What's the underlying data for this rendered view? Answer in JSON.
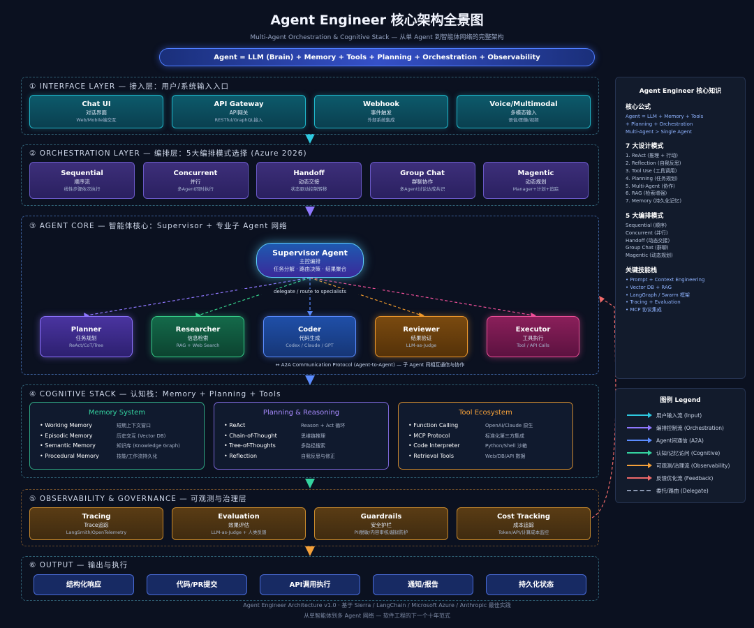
{
  "header": {
    "title": "Agent Engineer 核心架构全景图",
    "subtitle": "Multi-Agent Orchestration & Cognitive Stack — 从单 Agent 到智能体网络的完整架构",
    "formula": "Agent = LLM (Brain) + Memory + Tools + Planning + Orchestration + Observability"
  },
  "interface": {
    "title": "① INTERFACE LAYER — 接入层：用户/系统输入入口",
    "cards": [
      {
        "t": "Chat UI",
        "s": "对话界面",
        "d": "Web/Mobile端交互"
      },
      {
        "t": "API Gateway",
        "s": "API网关",
        "d": "RESTful/GraphQL接入"
      },
      {
        "t": "Webhook",
        "s": "事件触发",
        "d": "外部系统集成"
      },
      {
        "t": "Voice/Multimodal",
        "s": "多模态输入",
        "d": "语音/图像/视频"
      }
    ]
  },
  "orchestration": {
    "title": "② ORCHESTRATION LAYER — 编排层：5大编排模式选择 (Azure 2026)",
    "cards": [
      {
        "t": "Sequential",
        "s": "顺序流",
        "d": "线性步骤依次执行"
      },
      {
        "t": "Concurrent",
        "s": "并行",
        "d": "多Agent同时执行"
      },
      {
        "t": "Handoff",
        "s": "动态交接",
        "d": "状态驱动控制转移"
      },
      {
        "t": "Group Chat",
        "s": "群聊协作",
        "d": "多Agent讨论达成共识"
      },
      {
        "t": "Magentic",
        "s": "动态规划",
        "d": "Manager+计划+追踪"
      }
    ]
  },
  "core": {
    "title": "③ AGENT CORE — 智能体核心：Supervisor + 专业子 Agent 网络",
    "supervisor": {
      "t": "Supervisor Agent",
      "s": "主控编排",
      "d": "任务分解 · 路由决策 · 结果聚合"
    },
    "delegate_label": "delegate / route to specialists",
    "agents": [
      {
        "t": "Planner",
        "s": "任务规划",
        "d": "ReAct/CoT/Tree"
      },
      {
        "t": "Researcher",
        "s": "信息检索",
        "d": "RAG + Web Search"
      },
      {
        "t": "Coder",
        "s": "代码生成",
        "d": "Codex / Claude / GPT"
      },
      {
        "t": "Reviewer",
        "s": "结果验证",
        "d": "LLM-as-Judge"
      },
      {
        "t": "Executor",
        "s": "工具执行",
        "d": "Tool / API Calls"
      }
    ],
    "a2a_label": "↔ A2A Communication Protocol (Agent-to-Agent) — 子 Agent 间相互通信与协作"
  },
  "cognitive": {
    "title": "④ COGNITIVE STACK — 认知栈：Memory + Planning + Tools",
    "panels": [
      {
        "title": "Memory System",
        "color": "#34d3a0",
        "items": [
          {
            "k": "Working Memory",
            "v": "短期上下文窗口"
          },
          {
            "k": "Episodic Memory",
            "v": "历史交互 (Vector DB)"
          },
          {
            "k": "Semantic Memory",
            "v": "知识库 (Knowledge Graph)"
          },
          {
            "k": "Procedural Memory",
            "v": "技能/工作流持久化"
          }
        ]
      },
      {
        "title": "Planning & Reasoning",
        "color": "#a88bff",
        "items": [
          {
            "k": "ReAct",
            "v": "Reason + Act 循环"
          },
          {
            "k": "Chain-of-Thought",
            "v": "思维链推理"
          },
          {
            "k": "Tree-of-Thoughts",
            "v": "多路径搜索"
          },
          {
            "k": "Reflection",
            "v": "自我反思与修正"
          }
        ]
      },
      {
        "title": "Tool Ecosystem",
        "color": "#f5a13a",
        "items": [
          {
            "k": "Function Calling",
            "v": "OpenAI/Claude 原生"
          },
          {
            "k": "MCP Protocol",
            "v": "标准化第三方集成"
          },
          {
            "k": "Code Interpreter",
            "v": "Python/Shell 沙箱"
          },
          {
            "k": "Retrieval Tools",
            "v": "Web/DB/API 数据"
          }
        ]
      }
    ]
  },
  "observability": {
    "title": "⑤ OBSERVABILITY & GOVERNANCE — 可观测与治理层",
    "cards": [
      {
        "t": "Tracing",
        "s": "Trace追踪",
        "d": "LangSmith/OpenTelemetry"
      },
      {
        "t": "Evaluation",
        "s": "效果评估",
        "d": "LLM-as-Judge + 人类反馈"
      },
      {
        "t": "Guardrails",
        "s": "安全护栏",
        "d": "PII脱敏/内容审核/越狱防护"
      },
      {
        "t": "Cost Tracking",
        "s": "成本追踪",
        "d": "Token/API/计算成本监控"
      }
    ]
  },
  "output": {
    "title": "⑥ OUTPUT — 输出与执行",
    "cards": [
      "结构化响应",
      "代码/PR提交",
      "API调用执行",
      "通知/报告",
      "持久化状态"
    ]
  },
  "knowledge": {
    "title": "Agent Engineer 核心知识",
    "sections": [
      {
        "h": "核心公式",
        "lines": [
          "Agent = LLM + Memory + Tools",
          "+ Planning + Orchestration",
          "Multi-Agent > Single Agent"
        ]
      },
      {
        "h": "7 大设计模式",
        "lines": [
          "1. ReAct (推理 + 行动)",
          "2. Reflection (自我反思)",
          "3. Tool Use (工具调用)",
          "4. Planning (任务规划)",
          "5. Multi-Agent (协作)",
          "6. RAG (检索增强)",
          "7. Memory (持久化记忆)"
        ]
      },
      {
        "h": "5 大编排模式",
        "lines": [
          "Sequential (顺序)",
          "Concurrent (并行)",
          "Handoff (动态交接)",
          "Group Chat (群聊)",
          "Magentic (动态规划)"
        ]
      },
      {
        "h": "关键技能栈",
        "lines": [
          "• Prompt + Context Engineering",
          "• Vector DB + RAG",
          "• LangGraph / Swarm 框架",
          "• Tracing + Evaluation",
          "• MCP 协议集成"
        ]
      }
    ]
  },
  "legend": {
    "title": "图例 Legend",
    "items": [
      {
        "label": "用户输入流 (Input)",
        "color": "#2ec9e0",
        "dashed": false
      },
      {
        "label": "编排控制流 (Orchestration)",
        "color": "#8f78ff",
        "dashed": false
      },
      {
        "label": "Agent间通信 (A2A)",
        "color": "#5b8cff",
        "dashed": false
      },
      {
        "label": "认知/记忆访问 (Cognitive)",
        "color": "#34d3a0",
        "dashed": false
      },
      {
        "label": "可观测/治理流 (Observability)",
        "color": "#f5a13a",
        "dashed": false
      },
      {
        "label": "反馈优化流 (Feedback)",
        "color": "#f06a6a",
        "dashed": false
      },
      {
        "label": "委托/路由 (Delegate)",
        "color": "#8a97b0",
        "dashed": true
      }
    ]
  },
  "footer": {
    "line1": "Agent Engineer Architecture v1.0 · 基于 Sierra / LangChain / Microsoft Azure / Anthropic 最佳实践",
    "line2": "从单智能体到多 Agent 网络 — 软件工程的下一个十年范式"
  },
  "colors": {
    "bg": "#0b1120",
    "teal": "#1fb6c9",
    "purple": "#6a59c8",
    "orange": "#c98a2c",
    "blue": "#4a6cd8"
  }
}
